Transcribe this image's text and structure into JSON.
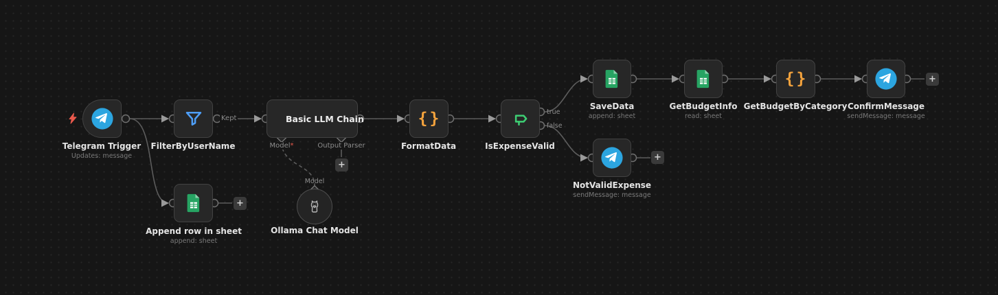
{
  "workflow": {
    "nodes": {
      "telegram_trigger": {
        "name": "Telegram Trigger",
        "subtitle": "Updates: message",
        "icon": "telegram-icon"
      },
      "filter_by_user_name": {
        "name": "FilterByUserName",
        "icon": "filter-icon"
      },
      "append_row_in_sheet": {
        "name": "Append row in sheet",
        "subtitle": "append: sheet",
        "icon": "google-sheets-icon"
      },
      "basic_llm_chain": {
        "name": "Basic LLM Chain",
        "icon": "chain-link-icon"
      },
      "ollama_chat_model": {
        "name": "Ollama Chat Model",
        "icon": "llama-icon"
      },
      "format_data": {
        "name": "FormatData",
        "icon": "code-braces-icon"
      },
      "is_expense_valid": {
        "name": "IsExpenseValid",
        "icon": "switch-sign-icon"
      },
      "save_data": {
        "name": "SaveData",
        "subtitle": "append: sheet",
        "icon": "google-sheets-icon"
      },
      "get_budget_info": {
        "name": "GetBudgetInfo",
        "subtitle": "read: sheet",
        "icon": "google-sheets-icon"
      },
      "get_budget_by_category": {
        "name": "GetBudgetByCategory",
        "icon": "code-braces-icon"
      },
      "confirm_message": {
        "name": "ConfirmMessage",
        "subtitle": "sendMessage: message",
        "icon": "telegram-icon"
      },
      "not_valid_expense": {
        "name": "NotValidExpense",
        "subtitle": "sendMessage: message",
        "icon": "telegram-icon"
      }
    },
    "ports": {
      "model_label": "Model",
      "required_marker": "*",
      "output_parser_label": "Output Parser",
      "ollama_model_label": "Model"
    },
    "edge_labels": {
      "kept": "Kept",
      "true_branch": "true",
      "false_branch": "false"
    },
    "ui": {
      "add_button": "+"
    },
    "colors": {
      "canvas_bg": "#161616",
      "telegram_blue": "#2CA5E0",
      "sheets_green": "#27A463",
      "filter_blue": "#4E9EF7",
      "code_orange": "#F4A33D",
      "switch_green": "#3ECF74",
      "trigger_bolt_red": "#E9594C"
    }
  }
}
